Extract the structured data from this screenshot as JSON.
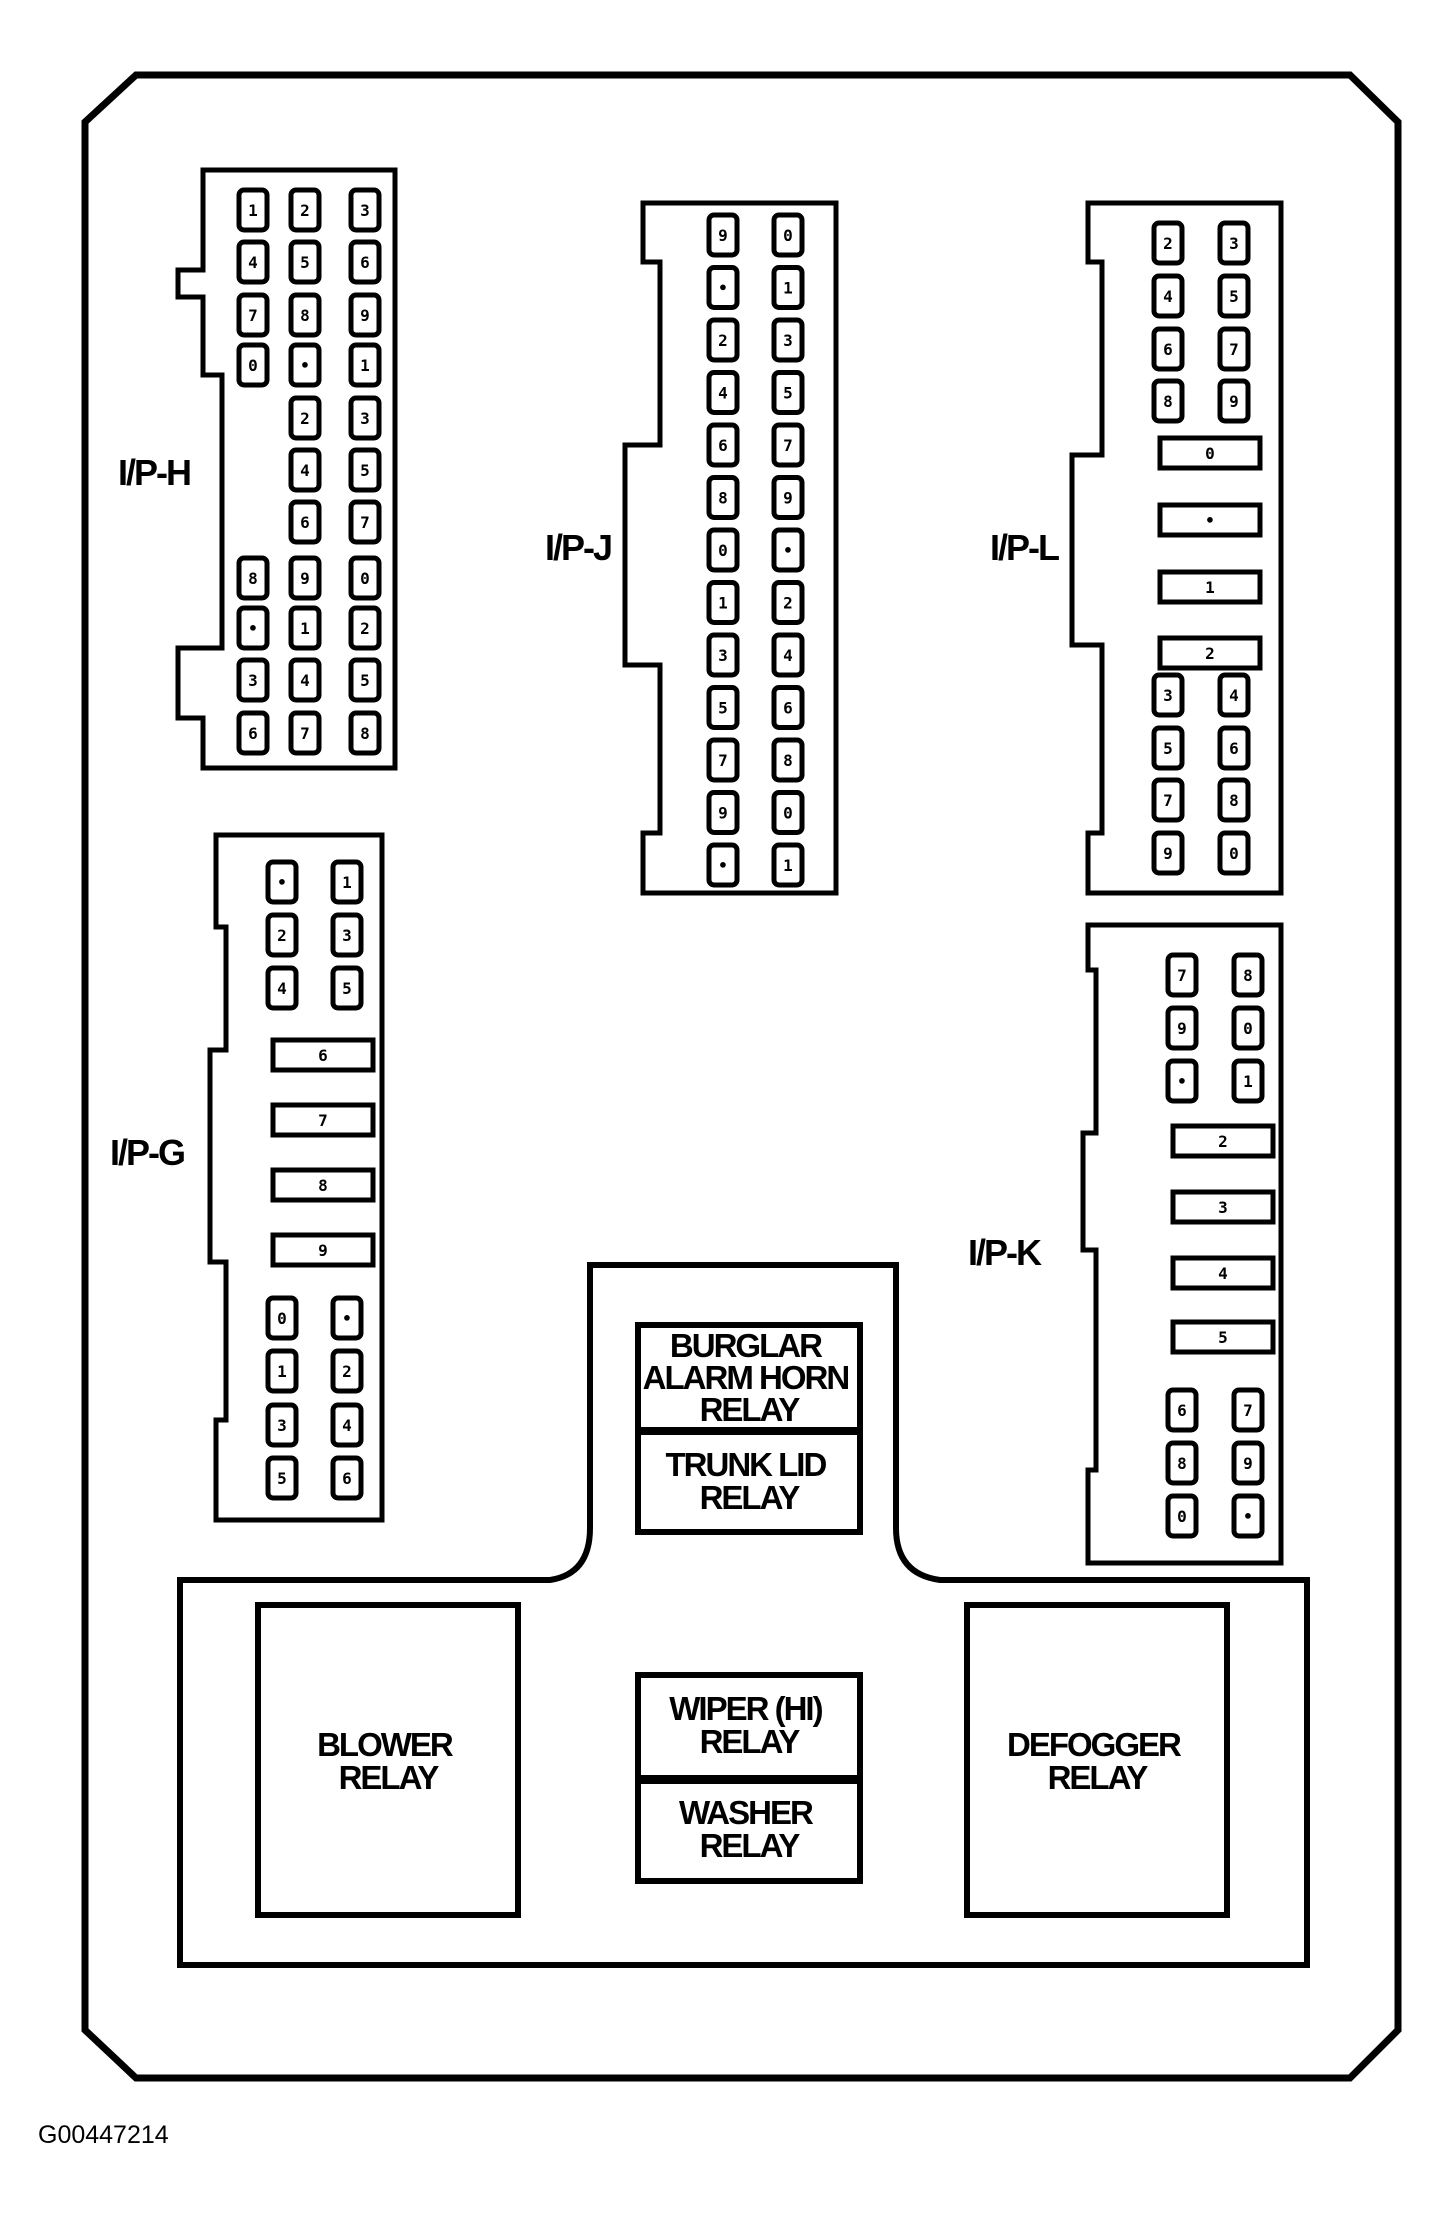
{
  "connectors": {
    "ip_h": "I/P-H",
    "ip_j": "I/P-J",
    "ip_l": "I/P-L",
    "ip_g": "I/P-G",
    "ip_k": "I/P-K"
  },
  "relays": {
    "burglar": [
      "BURGLAR",
      "ALARM HORN",
      "RELAY"
    ],
    "trunk": [
      "TRUNK LID",
      "RELAY"
    ],
    "blower": [
      "BLOWER",
      "RELAY"
    ],
    "wiper": [
      "WIPER (HI)",
      "RELAY"
    ],
    "washer": [
      "WASHER",
      "RELAY"
    ],
    "defogger": [
      "DEFOGGER",
      "RELAY"
    ]
  },
  "figure_id": "G00447214"
}
